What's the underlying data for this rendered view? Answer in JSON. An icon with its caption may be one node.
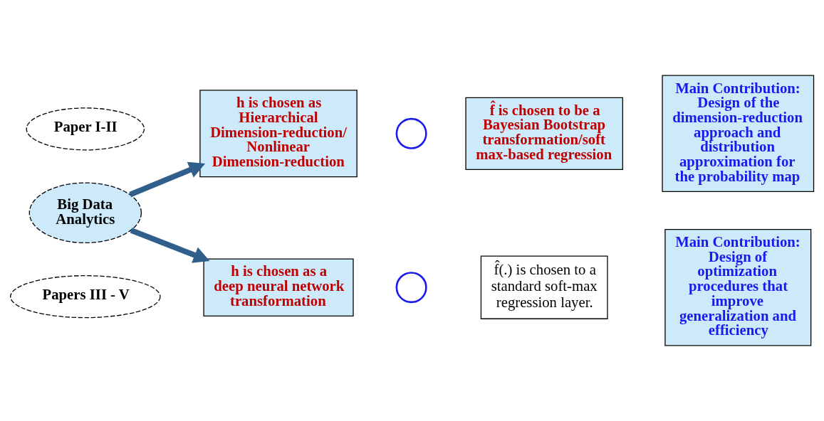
{
  "diagram": {
    "nodes": [
      {
        "text": [
          "Paper I-II"
        ]
      },
      {
        "text": [
          "Big Data Analytics"
        ]
      },
      {
        "text": [
          "Papers III - V"
        ]
      },
      {
        "text": [
          "h is chosen as Hierarchical Dimension-reduction/ Nonlinear Dimension-reduction"
        ]
      },
      {
        "text": [],
        "shape": "circle"
      },
      {
        "text": [
          "f̂ is chosen to be a Bayesian Bootstrap transformation/soft max-based regression"
        ]
      },
      {
        "text": [
          "Main Contribution:",
          "Design of the dimension-reduction approach and distribution approximation for the probability map"
        ]
      },
      {
        "text": [
          "h is chosen as a deep neural network transformation"
        ]
      },
      {
        "text": [],
        "shape": "circle"
      },
      {
        "text": [
          "f̂(.) is chosen to a standard soft-max regression layer."
        ]
      },
      {
        "text": [
          "Main Contribution:",
          "Design of optimization procedures that improve generalization and efficiency"
        ]
      }
    ],
    "edges": [
      {
        "from": 1,
        "to": 3,
        "arrow": "to"
      },
      {
        "from": 1,
        "to": 7,
        "arrow": "to"
      }
    ]
  }
}
